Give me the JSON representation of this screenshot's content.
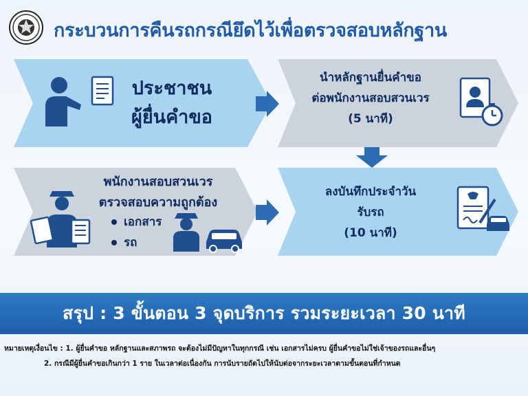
{
  "header": {
    "title": "กระบวนการคืนรถกรณียึดไว้เพื่อตรวจสอบหลักฐาน"
  },
  "steps": {
    "step1": {
      "line1": "ประชาชน",
      "line2": "ผู้ยื่นคำขอ"
    },
    "step2": {
      "line1": "นำหลักฐานยื่นคำขอ",
      "line2": "ต่อพนักงานสอบสวนเวร",
      "line3": "(5 นาที)"
    },
    "step3": {
      "line1": "พนักงานสอบสวนเวร",
      "line2": "ตรวจสอบความถูกต้อง",
      "bullets": [
        "เอกสาร",
        "รถ"
      ]
    },
    "step4": {
      "line1": "ลงบันทึกประจำวัน",
      "line2": "รับรถ",
      "line3": "(10 นาที)"
    }
  },
  "summary": {
    "text": "สรุป :  3 ขั้นตอน  3 จุดบริการ  รวมระยะเวลา 30 นาที"
  },
  "notes": {
    "line1": "หมายเหตุเงื่อนไข : 1. ผู้ยื่นคำขอ หลักฐานและสภาพรถ จะต้องไม่มีปัญหาในทุกกรณี เช่น เอกสารไม่ครบ ผู้ยื่นคำขอไม่ใช่เจ้าของรถและอื่นๆ",
    "line2": "2. กรณีมีผู้ยื่นคำขอเกินกว่า 1 ราย ในเวลาต่อเนื่องกัน การนับรายถัดไปให้นับต่อจากระยะเวลาตามขั้นตอนที่กำหนด"
  },
  "colors": {
    "title": "#1f5aa8",
    "step_light": "#a9d3f1",
    "step_gray": "#cdd3dc",
    "arrow": "#2d6db3",
    "summary_bar": "#1d5ea9",
    "icon": "#1f4f8f"
  }
}
